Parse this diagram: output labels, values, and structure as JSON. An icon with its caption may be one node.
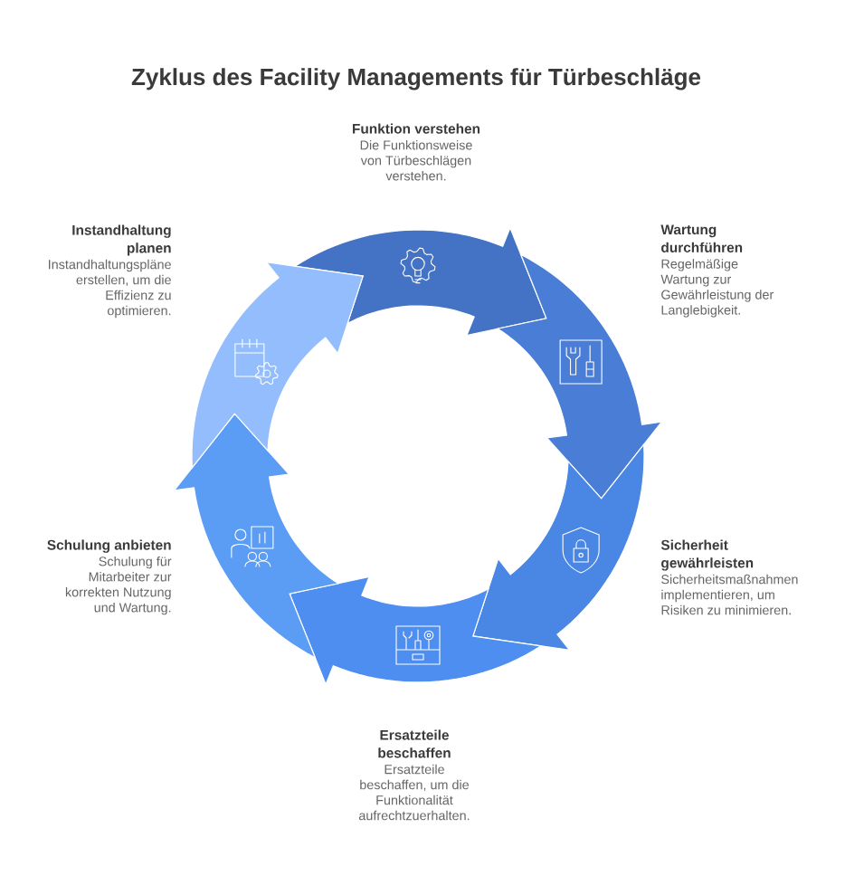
{
  "diagram": {
    "title": "Zyklus des Facility Managements für Türbeschläge",
    "nodes": [
      {
        "text": [
          "Funktion verstehen",
          "Die Funktionsweise von Türbeschlägen verstehen."
        ]
      },
      {
        "text": [
          "Wartung durchführen",
          "Regelmäßige Wartung zur Gewährleistung der Langlebigkeit."
        ]
      },
      {
        "text": [
          "Sicherheit gewährleisten",
          "Sicherheitsmaßnahmen implementieren, um Risiken zu minimieren."
        ]
      },
      {
        "text": [
          "Ersatzteile beschaffen",
          "Ersatzteile beschaffen, um die Funktionalität aufrechtzuerhalten."
        ]
      },
      {
        "text": [
          "Schulung anbieten",
          "Schulung für Mitarbeiter zur korrekten Nutzung und Wartung."
        ]
      },
      {
        "text": [
          "Instandhaltung planen",
          "Instandhaltungspläne erstellen, um die Effizienz zu optimieren."
        ]
      }
    ]
  }
}
